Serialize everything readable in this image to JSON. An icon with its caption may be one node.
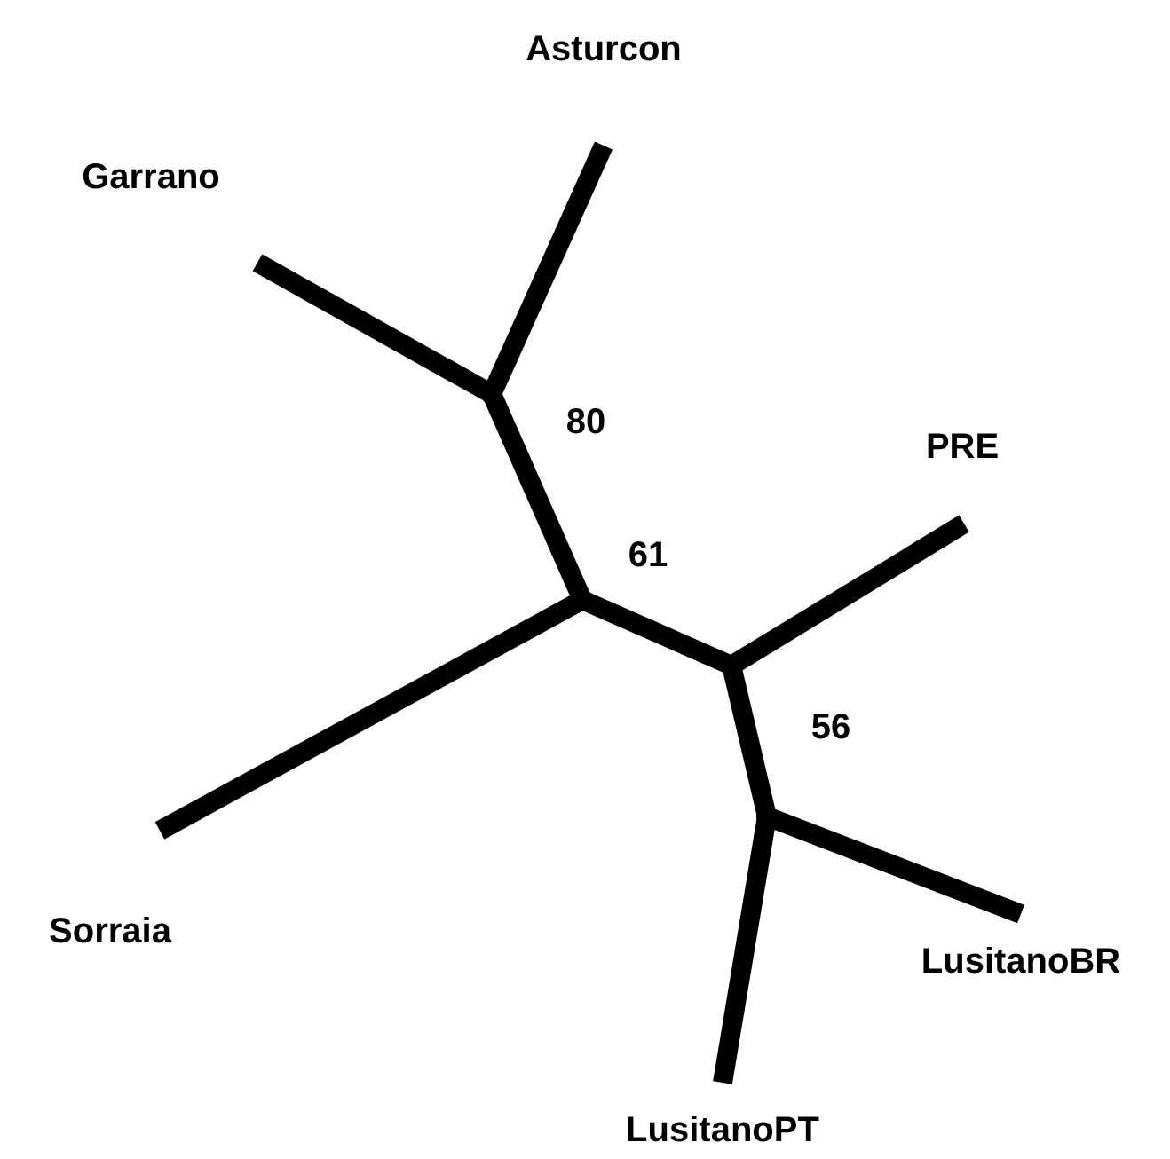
{
  "diagram": {
    "nodes": [
      {
        "text": [
          "Asturcon"
        ]
      },
      {
        "text": [
          "Garrano"
        ]
      },
      {
        "text": [],
        "shape": "point"
      },
      {
        "text": [],
        "shape": "point"
      },
      {
        "text": [
          "PRE"
        ]
      },
      {
        "text": [],
        "shape": "point"
      },
      {
        "text": [
          "Sorraia"
        ]
      },
      {
        "text": [],
        "shape": "point"
      },
      {
        "text": [
          "LusitanoBR"
        ]
      },
      {
        "text": [
          "LusitanoPT"
        ]
      }
    ],
    "edges": [
      {
        "from": 2,
        "to": 0,
        "arrow": "none"
      },
      {
        "from": 2,
        "to": 1,
        "arrow": "none"
      },
      {
        "from": 2,
        "to": 3,
        "arrow": "none",
        "label": "80"
      },
      {
        "from": 3,
        "to": 6,
        "arrow": "none"
      },
      {
        "from": 3,
        "to": 5,
        "arrow": "none",
        "label": "61"
      },
      {
        "from": 5,
        "to": 4,
        "arrow": "none"
      },
      {
        "from": 5,
        "to": 7,
        "arrow": "none",
        "label": "56"
      },
      {
        "from": 7,
        "to": 8,
        "arrow": "none"
      },
      {
        "from": 7,
        "to": 9,
        "arrow": "none"
      }
    ]
  }
}
